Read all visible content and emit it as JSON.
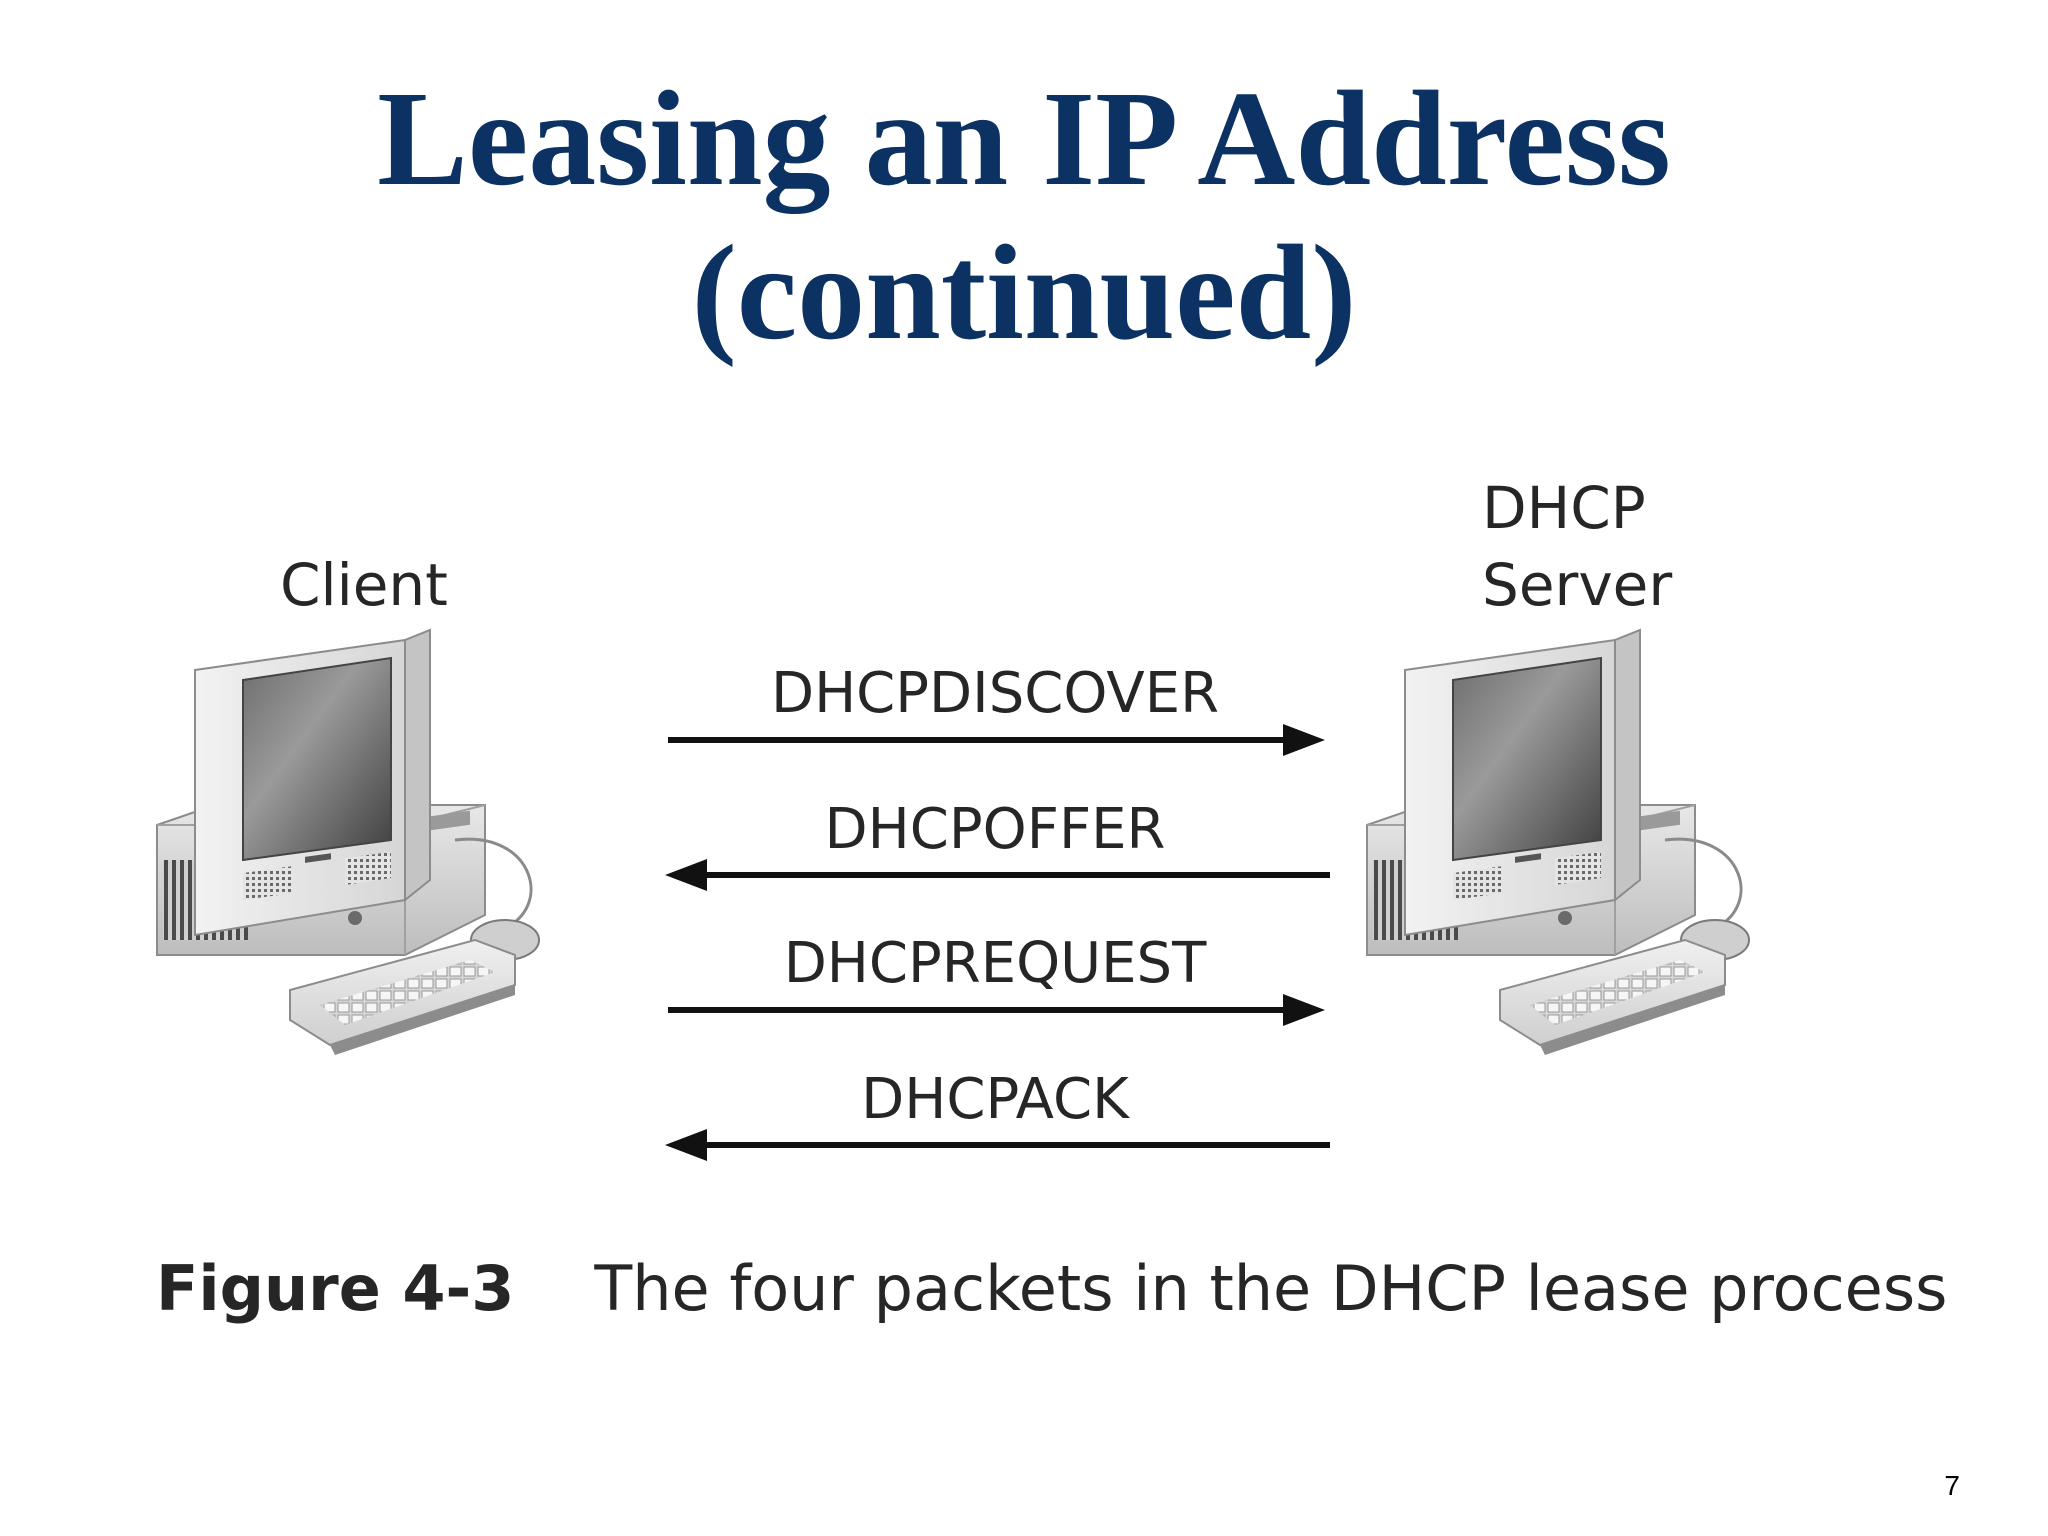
{
  "slide": {
    "title_line1": "Leasing an IP Address",
    "title_line2": "(continued)",
    "page_number": "7"
  },
  "diagram": {
    "client_label": "Client",
    "server_label_line1": "DHCP",
    "server_label_line2": "Server",
    "messages": [
      {
        "label": "DHCPDISCOVER",
        "direction": "client-to-server"
      },
      {
        "label": "DHCPOFFER",
        "direction": "server-to-client"
      },
      {
        "label": "DHCPREQUEST",
        "direction": "client-to-server"
      },
      {
        "label": "DHCPACK",
        "direction": "server-to-client"
      }
    ],
    "icons": [
      "client-computer-icon",
      "server-computer-icon"
    ]
  },
  "caption": {
    "figure_number": "Figure 4-3",
    "text": "The four packets in the DHCP lease process"
  },
  "colors": {
    "title": "#0c3263",
    "text": "#262626",
    "arrow": "#111111"
  }
}
